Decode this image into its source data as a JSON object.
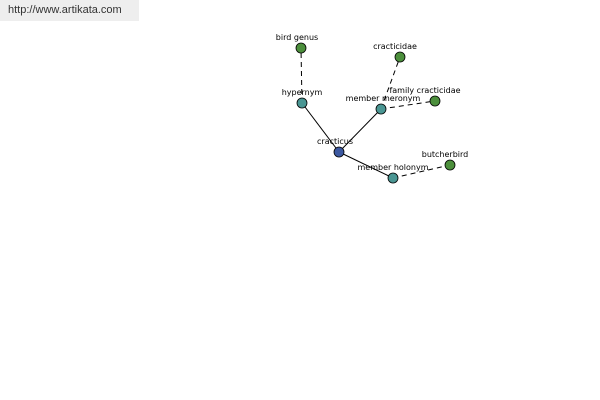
{
  "header": {
    "url": "http://www.artikata.com"
  },
  "colors": {
    "root": "#3c58a0",
    "relation": "#4a9693",
    "leaf": "#4c8f3c"
  },
  "graph": {
    "nodes": [
      {
        "id": "craticus",
        "label": "cracticus",
        "kind": "root"
      },
      {
        "id": "hypernym",
        "label": "hypernym",
        "kind": "relation"
      },
      {
        "id": "bird_genus",
        "label": "bird genus",
        "kind": "leaf"
      },
      {
        "id": "member_meronym",
        "label": "member meronym",
        "kind": "relation"
      },
      {
        "id": "craticidae",
        "label": "cracticidae",
        "kind": "leaf"
      },
      {
        "id": "family_craticidae",
        "label": "family cracticidae",
        "kind": "leaf"
      },
      {
        "id": "member_holonym",
        "label": "member holonym",
        "kind": "relation"
      },
      {
        "id": "butcherbird",
        "label": "butcherbird",
        "kind": "leaf"
      }
    ],
    "edges": [
      {
        "from": "craticus",
        "to": "hypernym",
        "style": "solid"
      },
      {
        "from": "craticus",
        "to": "member_meronym",
        "style": "solid"
      },
      {
        "from": "craticus",
        "to": "member_holonym",
        "style": "solid"
      },
      {
        "from": "hypernym",
        "to": "bird_genus",
        "style": "dashed"
      },
      {
        "from": "member_meronym",
        "to": "craticidae",
        "style": "dashed"
      },
      {
        "from": "member_meronym",
        "to": "family_craticidae",
        "style": "dashed"
      },
      {
        "from": "member_holonym",
        "to": "butcherbird",
        "style": "dashed"
      }
    ]
  }
}
